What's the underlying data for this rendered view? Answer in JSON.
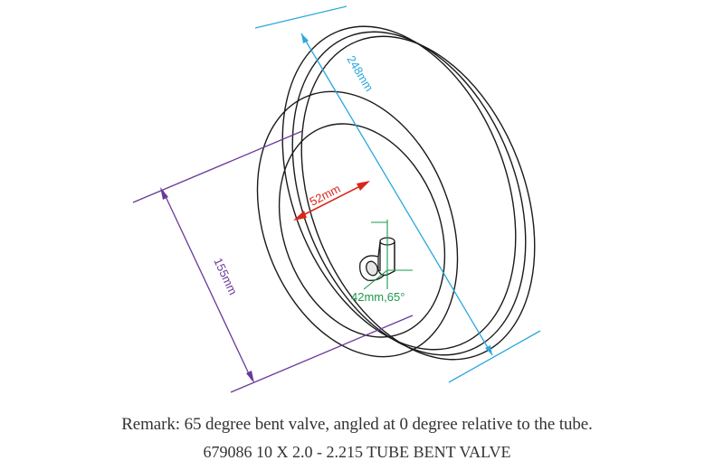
{
  "dimensions": {
    "outer_diameter": "248mm",
    "inner_diameter": "52mm",
    "section_width": "155mm",
    "valve": "42mm,65°"
  },
  "caption": {
    "remark": "Remark: 65 degree bent valve, angled at 0 degree relative to the tube.",
    "product": "679086 10 X 2.0 - 2.215 TUBE BENT VALVE"
  },
  "colors": {
    "outline": "#1a1a1a",
    "outer_diameter": "#2aa7de",
    "inner_diameter": "#d9261c",
    "section_width": "#6a3a9a",
    "valve": "#1a9a4a"
  }
}
